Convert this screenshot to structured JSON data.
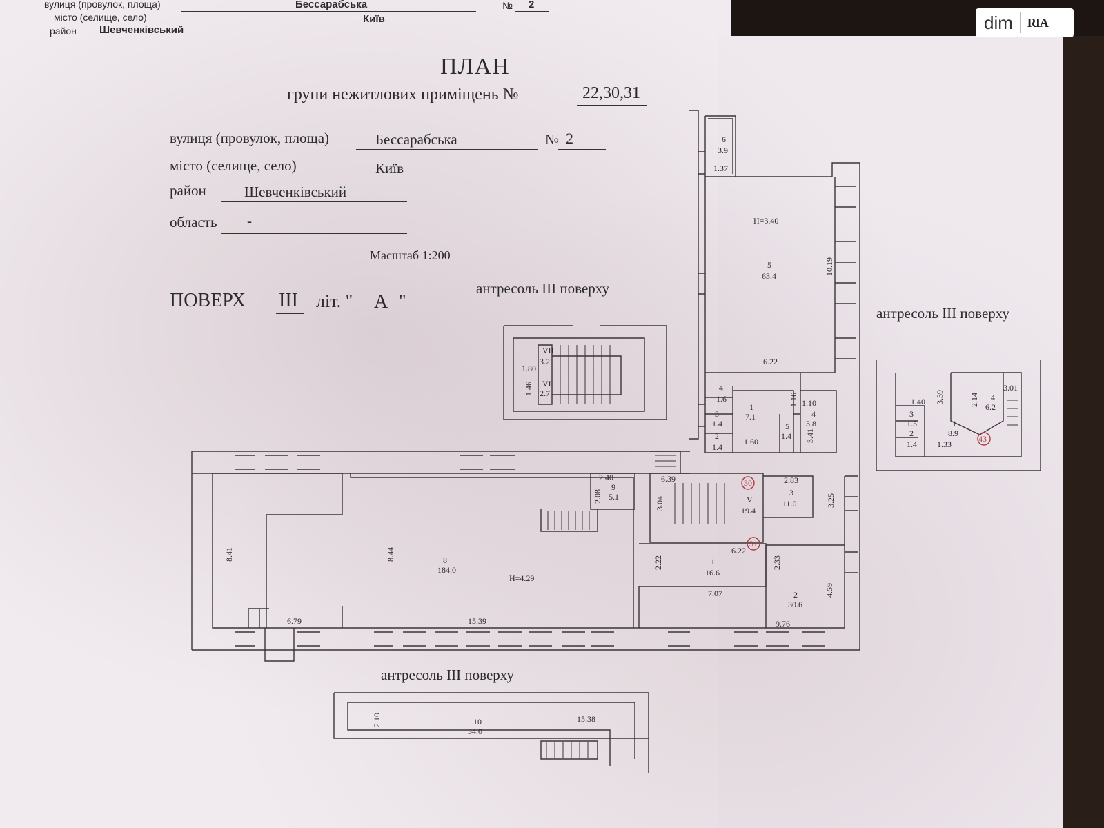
{
  "header": {
    "street_label": "вулиця (провулок, площа)",
    "street_value": "Бессарабська",
    "no_label": "№",
    "no_value": "2",
    "city_label": "місто (селище, село)",
    "city_value": "Київ",
    "district_label": "район",
    "district_value": "Шевченківський"
  },
  "plan": {
    "title": "ПЛАН",
    "subtitle": "групи нежитлових приміщень №",
    "rooms_no": "22,30,31",
    "street_label": "вулиця (провулок, площа)",
    "street_value": "Бессарабська",
    "no_label": "№",
    "no_value": "2",
    "city_label": "місто (селище, село)",
    "city_value": "Київ",
    "district_label": "район",
    "district_value": "Шевченківський",
    "region_label": "область",
    "region_value": "-",
    "scale": "Масштаб 1:200",
    "floor_label": "ПОВЕРХ",
    "floor_value": "III",
    "lit_label": "літ. \"",
    "lit_value": "А",
    "lit_close": "\"",
    "mezz_label_1": "антресоль III поверху",
    "mezz_label_2": "антресоль III поверху",
    "mezz_label_3": "антресоль III поверху"
  },
  "rooms": {
    "r6": "6",
    "r6a": "3.9",
    "d137": "1.37",
    "h340": "H=3.40",
    "r5": "5",
    "r5a": "63.4",
    "d1019": "10.19",
    "d622a": "6.22",
    "r4a": "4",
    "r4aa": "1.6",
    "r1a": "1",
    "r1aa": "7.1",
    "r3a": "3",
    "r3aa": "1.4",
    "r2a": "2",
    "r2aa": "1.4",
    "d160": "1.60",
    "r5b": "5",
    "r5ba": "1.4",
    "d116": "1.16",
    "d110": "1.10",
    "r4b": "4",
    "r4ba": "3.8",
    "d341": "3.41",
    "vii": "VII",
    "viia": "3.2",
    "d180": "1.80",
    "vi": "VI",
    "via": "2.7",
    "d146": "1.46",
    "d240": "2.40",
    "r9": "9",
    "r9a": "5.1",
    "d208": "2.08",
    "d639": "6.39",
    "d304": "3.04",
    "c30": "30",
    "rv": "V",
    "rva": "19.4",
    "d283": "2.83",
    "r3b": "3",
    "r3ba": "11.0",
    "d325": "3.25",
    "d841": "8.41",
    "d844": "8.44",
    "r8": "8",
    "r8a": "184.0",
    "h429": "H=4.29",
    "d622b": "6.22",
    "c31": "31",
    "d222": "2.22",
    "r1b": "1",
    "r1ba": "16.6",
    "d233": "2.33",
    "d707": "7.07",
    "r2b": "2",
    "r2ba": "30.6",
    "d459": "4.59",
    "d679": "6.79",
    "d1539": "15.39",
    "d976": "9.76",
    "d210": "2.10",
    "r10": "10",
    "r10a": "34.0",
    "d1538": "15.38",
    "m140": "1.40",
    "m339": "3.39",
    "m214": "2.14",
    "m301": "3.01",
    "m4": "4",
    "m4a": "6.2",
    "m3": "3",
    "m3a": "1.5",
    "m1": "1",
    "m1a": "8.9",
    "m2": "2",
    "m2a": "1.4",
    "m133": "1.33",
    "c43": "43"
  },
  "logo": {
    "brand": "dim",
    "partner": "RIA"
  }
}
